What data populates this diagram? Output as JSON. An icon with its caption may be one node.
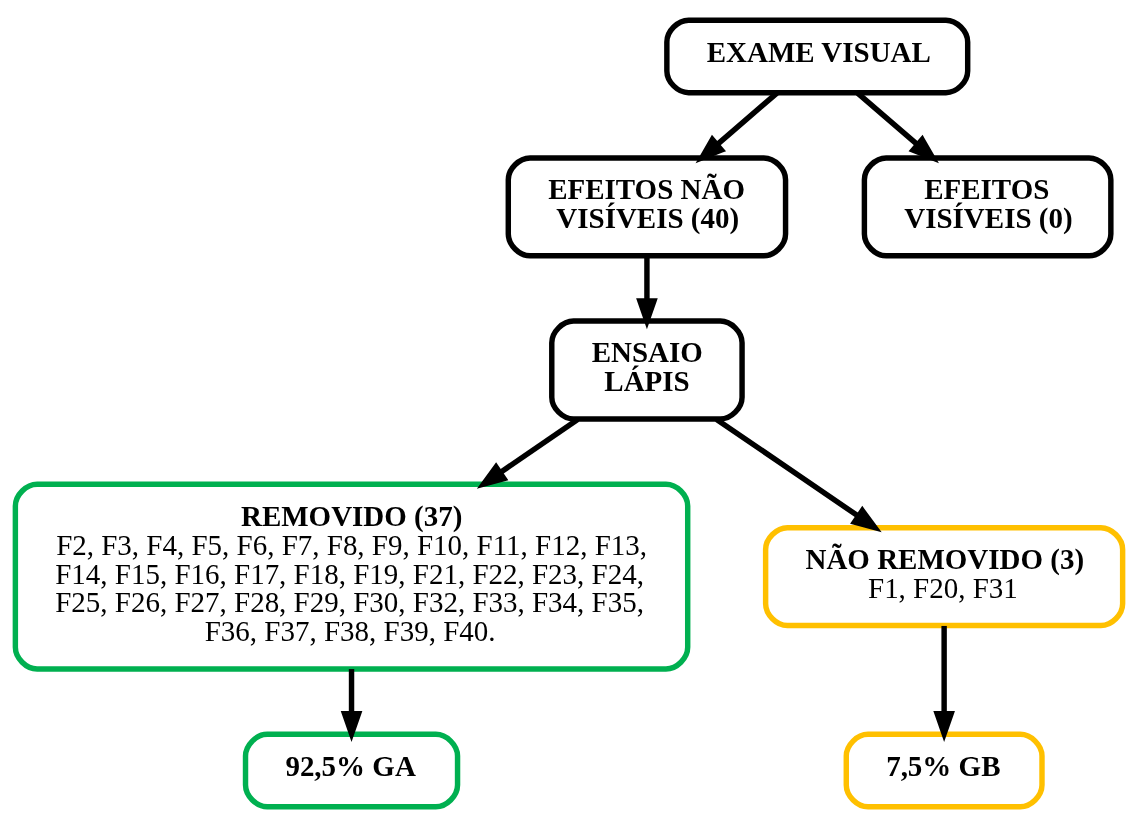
{
  "diagram": {
    "nodes": [
      {
        "text": [
          "EXAME VISUAL"
        ]
      },
      {
        "text": [
          "EFEITOS NÃO VISÍVEIS (40)"
        ]
      },
      {
        "text": [
          "EFEITOS VISÍVEIS (0)"
        ]
      },
      {
        "text": [
          "ENSAIO LÁPIS"
        ]
      },
      {
        "text": [
          "REMOVIDO (37)",
          "F2, F3, F4, F5, F6, F7, F8, F9, F10, F11, F12, F13, F14, F15, F16, F17, F18, F19, F21, F22, F23, F24, F25, F26, F27, F28, F29, F30, F32, F33, F34, F35, F36, F37, F38, F39, F40."
        ]
      },
      {
        "text": [
          "NÃO REMOVIDO (3)",
          "F1, F20, F31"
        ]
      },
      {
        "text": [
          "92,5% GA"
        ]
      },
      {
        "text": [
          "7,5% GB"
        ]
      }
    ],
    "edges": [
      {
        "from": 0,
        "to": 1,
        "arrow": "to"
      },
      {
        "from": 0,
        "to": 2,
        "arrow": "to"
      },
      {
        "from": 1,
        "to": 3,
        "arrow": "to"
      },
      {
        "from": 3,
        "to": 4,
        "arrow": "to"
      },
      {
        "from": 3,
        "to": 5,
        "arrow": "to"
      },
      {
        "from": 4,
        "to": 6,
        "arrow": "to"
      },
      {
        "from": 5,
        "to": 7,
        "arrow": "to"
      }
    ]
  }
}
